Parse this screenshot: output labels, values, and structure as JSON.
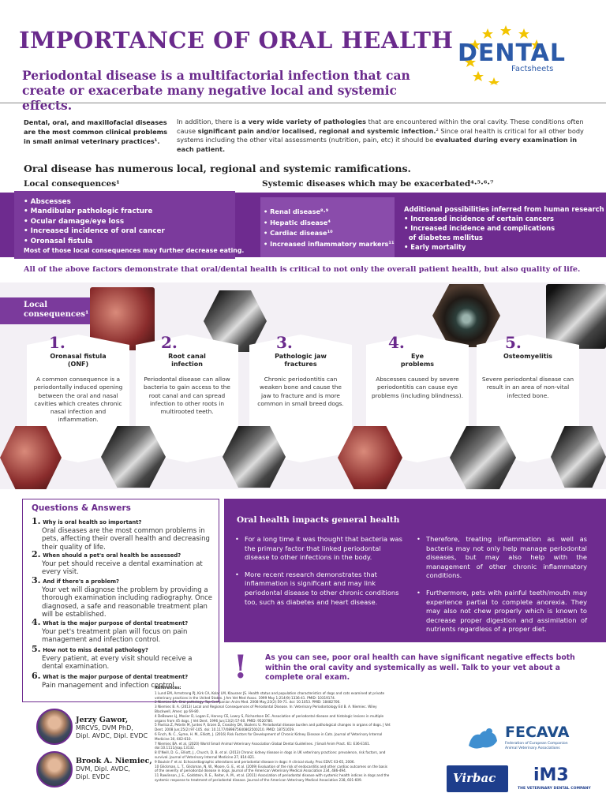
{
  "header": {
    "title": "IMPORTANCE OF ORAL HEALTH",
    "subtitle": "Periodontal disease is a multifactorial infection that can create or exacerbate many negative local and systemic effects.",
    "logo": {
      "main": "DENTAL",
      "sub": "Factsheets"
    }
  },
  "intro": {
    "left": "Dental, oral, and maxillofacial diseases are the most common clinical problems in small animal veterinary practices¹.",
    "right_a": "In addition, there is ",
    "right_b": "a very wide variety of pathologies",
    "right_c": " that are encountered within the oral cavity. These conditions often cause ",
    "right_d": "significant pain and/or localised, regional and systemic infection.",
    "right_e": "² Since oral health is critical for all other body systems including the other vital assessments (nutrition, pain, etc) it should be ",
    "right_f": "evaluated during every examination in each patient."
  },
  "ramifications": {
    "heading": "Oral disease has numerous local, regional and systemic ramifications.",
    "local_heading": "Local consequences¹",
    "systemic_heading": "Systemic diseases which may be exacerbated⁴·⁵·⁶·⁷",
    "local_items": [
      "• Abscesses",
      "• Mandibular pathologic fracture",
      "• Ocular damage/eye loss",
      "• Increased incidence of oral cancer",
      "• Oronasal fistula"
    ],
    "local_note": "Most of those local consequences may further decrease eating.",
    "systemic_items": [
      "• Renal disease⁸·⁹",
      "• Hepatic disease⁴",
      "• Cardiac disease¹⁰",
      "• Increased inflammatory markers¹¹"
    ],
    "human_heading": "Additional possibilities inferred from human research",
    "human_items": [
      "• Increased incidence of certain cancers",
      "• Increased incidence and complications",
      "  of diabetes mellitus",
      "• Early mortality"
    ]
  },
  "all_above": "All of the above factors demonstrate that oral/dental health is critical to not only the overall patient health, but also quality of life.",
  "local_consequences": {
    "label_1": "Local",
    "label_2": "consequences¹",
    "cards": [
      {
        "num": "1.",
        "title": "Oronasal fistula\n(ONF)",
        "text": "A common consequence is a periodontally induced opening between the oral and nasal cavities which creates chronic nasal infection and inflammation."
      },
      {
        "num": "2.",
        "title": "Root canal\ninfection",
        "text": "Periodontal disease can allow bacteria to gain access to the root canal and can spread infection to other roots in multirooted teeth."
      },
      {
        "num": "3.",
        "title": "Pathologic jaw\nfractures",
        "text": "Chronic periodontitis can weaken bone and cause the jaw to fracture and is more common in small breed dogs."
      },
      {
        "num": "4.",
        "title": "Eye\nproblems",
        "text": "Abscesses caused by severe periodontitis can cause eye problems (including blindness)."
      },
      {
        "num": "5.",
        "title": "Osteomyelitis",
        "text": "Severe periodontal disease can result in an area of non-vital infected bone."
      }
    ]
  },
  "qa": {
    "title": "Questions & Answers",
    "items": [
      {
        "n": "1.",
        "q": "Why is oral health so important?",
        "a": "Oral diseases are the most common problems in pets, affecting their overall health and decreasing their quality of life."
      },
      {
        "n": "2.",
        "q": "When should a pet's oral health be assessed?",
        "a": "Your pet should receive a dental examination at every visit."
      },
      {
        "n": "3.",
        "q": "And if there's a problem?",
        "a": "Your vet will diagnose the problem by providing a thorough examination including radiography. Once diagnosed, a safe and reasonable treatment plan will be established."
      },
      {
        "n": "4.",
        "q": "What is the major purpose of dental treatment?",
        "a": "Your pet's treatment plan will focus on pain management and infection control."
      },
      {
        "n": "5.",
        "q": "How not to miss dental pathology?",
        "a": "Every patient, at every visit should receive a dental examination."
      },
      {
        "n": "6.",
        "q": "What is the major purpose of dental treatment?",
        "a": "Pain management and infection control."
      }
    ]
  },
  "impact": {
    "title": "Oral health impacts general health",
    "left": [
      "For a long time it was thought that bacteria was the primary factor that linked periodontal disease to other infections in the body.",
      "More recent research demonstrates that inflammation is significant and may link periodontal disease to other chronic conditions too, such as diabetes and heart disease."
    ],
    "right": [
      "Therefore, treating inflammation as well as bacteria may not only help manage periodontal diseases, but may also help with the management of other chronic inflammatory conditions.",
      "Furthermore, pets with painful teeth/mouth may experience partial to complete anorexia. They may also not chew properly which is known to decrease proper digestion and assimilation of nutrients regardless of a proper diet."
    ]
  },
  "callout": {
    "mark": "!",
    "text": "As you can see, poor oral health can have significant negative effects both within the oral cavity and systemically as well. Talk to your vet about a complete oral exam."
  },
  "authors": [
    {
      "name": "Jerzy Gawor,",
      "creds": [
        "MRCVS, DVM PhD,",
        "Dipl. AVDC, Dipl. EVDC"
      ]
    },
    {
      "name": "Brook A. Niemiec,",
      "creds": [
        "DVM, Dipl. AVDC,",
        "Dipl. EVDC"
      ]
    }
  ],
  "references": {
    "heading": "References:",
    "items": [
      "1 Lund EM, Armstrong PJ, Kirk CA, Kolar LM, Klausner JS. Health status and population characteristics of dogs and cats examined at private veterinary practices in the United States. J Am Vet Med Assoc. 1999 May 1;214(9):1336-41. PMID: 10319174.",
      "2 Niemiec BA. Oral pathology. Top Companion Anim Med. 2008 May;23(2):59-71. doi: 10.1053. PMID: 18482706.",
      "3 Niemiec B. A. (2013) Local and Regional Consequences of Periodontal Disease. In: Veterinary Periodontology Ed B. A. Niemiec. Wiley Blackwell, Ames: pp 69-80.",
      "4 DeBowes LJ, Mosier D, Logan E, Harvey CE, Lowry S, Richardson DC. Association of periodontal disease and histologic lesions in multiple organs from 45 dogs. J Vet Dent. 1996 Jun;13(2):57-60. PMID: 9520780.",
      "5 Pavlica Z, Petelin M, Juntes P, Erzen D, Crossley DA, Skaleric U. Periodontal disease burden and pathological changes in organs of dogs. J Vet Dent. 2008 Jun;25(2):97-105. doi: 10.1177/089875640802500210. PMID: 18751659.",
      "6 Finch, N. C., Syme, H. M., Elliott, J. (2016) Risk Factors for Development of Chronic Kidney Disease in Cats. Journal of Veterinary Internal Medicine 30, 602-610.",
      "7 Niemiec BA. et al. (2020) World Small Animal Veterinary Association Global Dental Guidelines. J Small Anim Pract. 61: E36-E161. doi:10.1111/jsap.13132.",
      "8 O'Neill, D. G., Elliott, J., Church, D. B. et al. (2013) Chronic kidney disease in dogs in UK veterinary practices: prevalence, risk factors, and survival. Journal of Veterinary Internal Medicine 27, 814-821.",
      "9 Bouloin F et al. Echocardiographic alterations and periodontal disease in dogs: A clinical study. Proc EDVC 63-65, 2006.",
      "10 Glickman, L. T., Glickman, N. W., Moore, G. E., et al. (2009) Evaluation of the risk of endocarditis and other cardiac outcomes on the basis of the severity of periodontal disease in dogs. Journal of the American Veterinary Medical Association 234, 486-494.",
      "11 Rawlinson, J. E., Goldstein, R. E., Reiter, A. M., et al. (2011) Association of periodontal disease with systemic health indices in dogs and the systemic response to treatment of periodontal disease. Journal of the American Veterinary Medical Association 238, 601-609."
    ]
  },
  "sponsors": {
    "fecava": "FECAVA",
    "fecava_sub_1": "Federation of European Companion",
    "fecava_sub_2": "Animal Veterinary Associations",
    "virbac": "Virbac",
    "im3": "iM3",
    "im3_sub": "THE VETERINARY DENTAL COMPANY"
  },
  "colors": {
    "brand_purple": "#6e2b8f",
    "logo_blue": "#2c5aa8",
    "star_yellow": "#f2c400"
  }
}
